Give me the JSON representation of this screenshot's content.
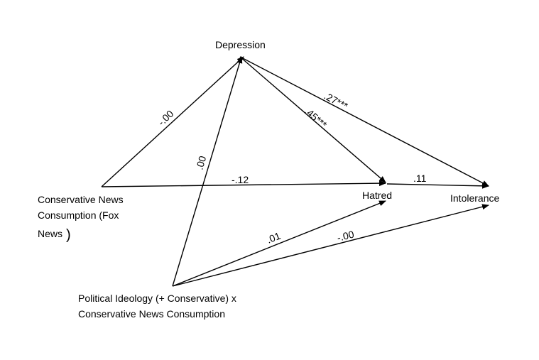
{
  "nodes": {
    "depression": "Depression",
    "conservative_news_line1": "Conservative News",
    "conservative_news_line2": "Consumption (Fox",
    "conservative_news_line3": "News",
    "conservative_news_paren": ")",
    "hatred": "Hatred",
    "intolerance": "Intolerance",
    "interaction_line1": "Political Ideology (+ Conservative) x",
    "interaction_line2": "Conservative News Consumption"
  },
  "paths": {
    "news_to_depression": "-.00",
    "interaction_to_depression": ".00",
    "news_to_hatred": "-.12",
    "depression_to_hatred": ".45***",
    "depression_to_intolerance": ".27***",
    "hatred_to_intolerance": ".11",
    "interaction_to_hatred": ".01",
    "interaction_to_intolerance": "-.00"
  },
  "colors": {
    "line": "#000000",
    "text": "#000000",
    "background": "#ffffff"
  }
}
